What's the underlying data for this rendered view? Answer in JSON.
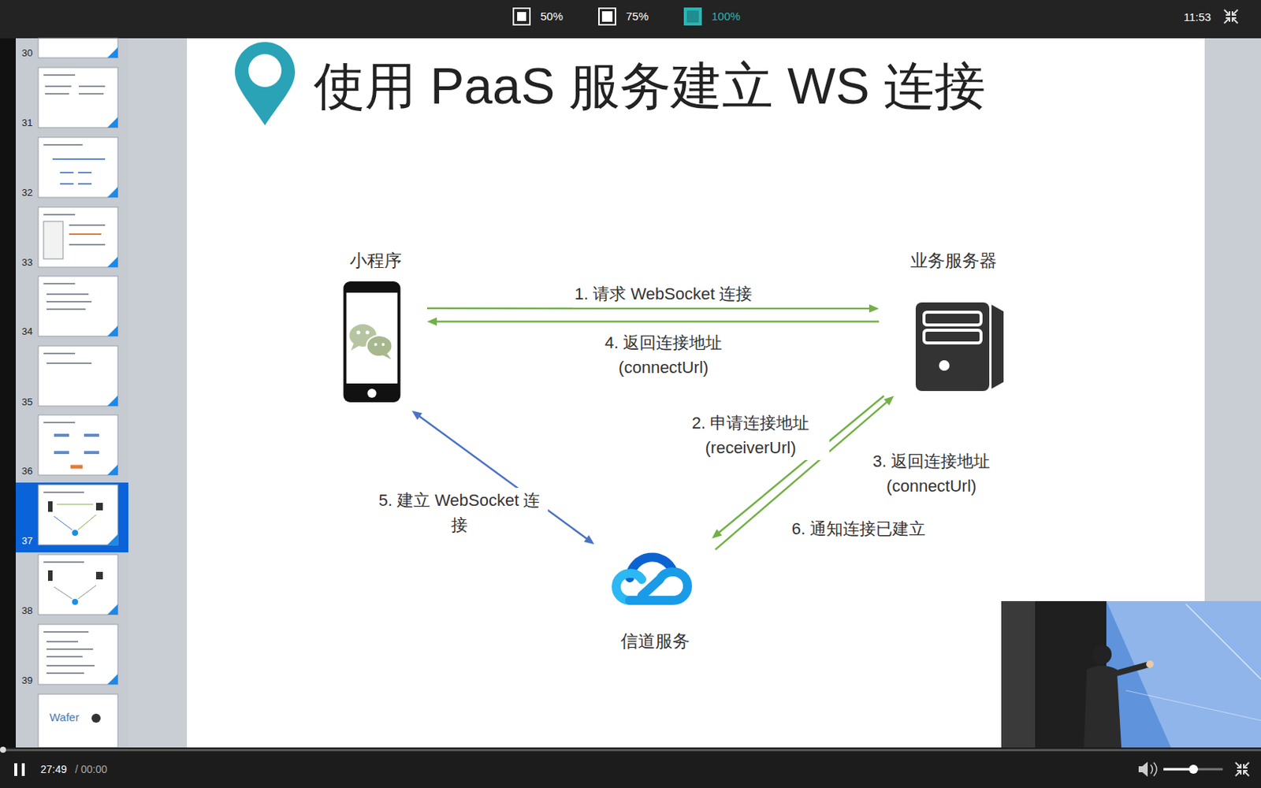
{
  "diagram": {
    "title": "使用 PaaS 服务建立 WS 连接",
    "nodes": [
      {
        "text": [
          "小程序"
        ]
      },
      {
        "text": [
          "业务服务器"
        ]
      },
      {
        "text": [
          "信道服务"
        ]
      }
    ],
    "edges": [
      {
        "from": 0,
        "to": 1,
        "label": "1. 请求 WebSocket 连接",
        "arrow": "to"
      },
      {
        "from": 1,
        "to": 0,
        "label": "4. 返回连接地址 (connectUrl)",
        "arrow": "to"
      },
      {
        "from": 1,
        "to": 2,
        "label": "2. 申请连接地址 (receiverUrl)",
        "arrow": "to"
      },
      {
        "from": 2,
        "to": 1,
        "label": "3. 返回连接地址 (connectUrl)",
        "arrow": "to"
      },
      {
        "from": 0,
        "to": 2,
        "label": "5. 建立 WebSocket 连接",
        "arrow": "both"
      }
    ],
    "labels": [
      "50%",
      "75%",
      "100%",
      "11:53",
      "30",
      "31",
      "32",
      "33",
      "34",
      "35",
      "36",
      "37",
      "38",
      "39",
      "Wafer",
      "6. 通知连接已建立",
      "27:49",
      "/ 00:00"
    ]
  }
}
